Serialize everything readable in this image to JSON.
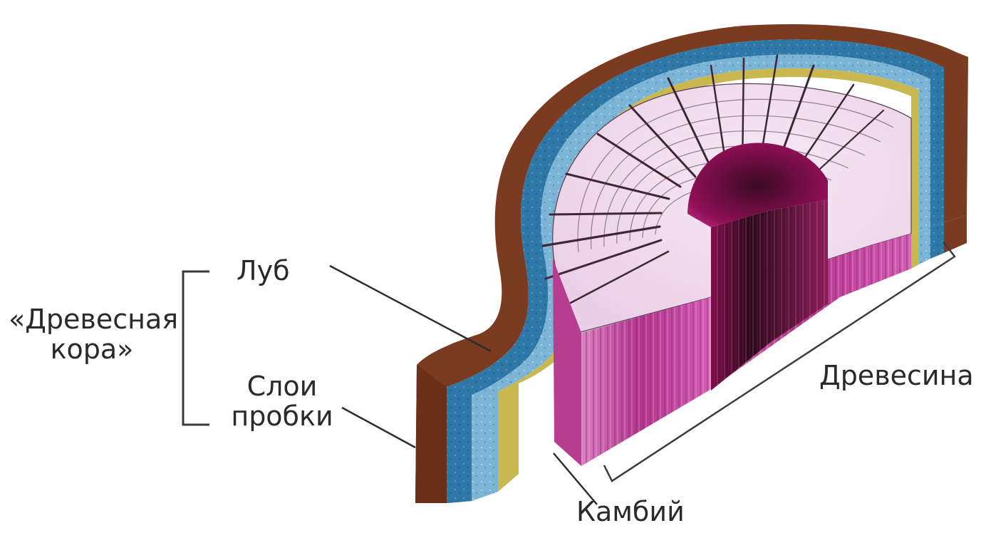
{
  "labels": {
    "group_label": "«Древесная\nкора»",
    "luba": "Луб",
    "sloi_probki": "Слои\nпробки",
    "drevesina": "Древесина",
    "kambiy": "Камбий"
  },
  "colors": {
    "outer_bark": "#7b3b20",
    "cork_blue": "#2f74a2",
    "phloem_blue": "#6aa6c8",
    "cambium_yellow": "#c8b84f",
    "wood_top": "#efd6ec",
    "wood_side": "#a82983",
    "pith": "#6d0f47",
    "ray_lines": "#402538",
    "label_text": "#2a2a2a"
  }
}
